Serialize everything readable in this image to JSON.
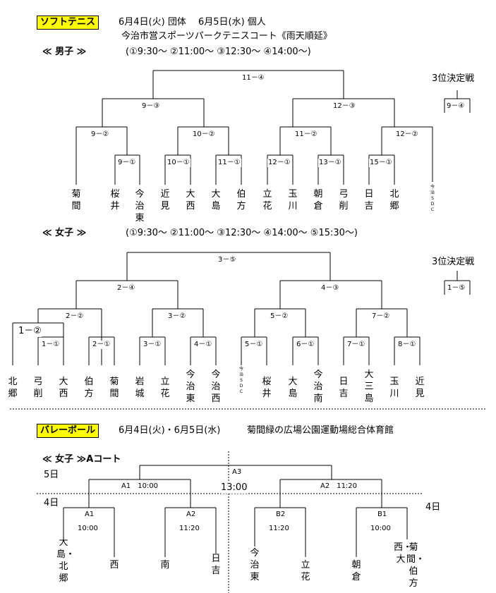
{
  "soft": {
    "tag": "ソフトテニス",
    "dates": "6月4日(火) 団体　 6月5日(水) 個人",
    "venue": "今治市営スポーツパークテニスコート《雨天順延》",
    "men": {
      "label": "≪ 男子 ≫",
      "times": "(①9:30～ ②11:00～ ③12:30～ ④14:00～)",
      "third_title": "3位決定戦",
      "third_match": "9－④",
      "matches": [
        "11－④",
        "9－③",
        "12－③",
        "9－②",
        "10－②",
        "11－②",
        "12－②",
        "9－①",
        "10－①",
        "11－①",
        "12－①",
        "13－①",
        "15－①"
      ],
      "teams": [
        "菊間",
        "桜井",
        "今治東",
        "近見",
        "大西",
        "大島",
        "伯方",
        "立花",
        "玉川",
        "朝倉",
        "弓削",
        "日吉",
        "北郷"
      ],
      "small_team": "今治SDC"
    },
    "women": {
      "label": "≪ 女子 ≫",
      "times": "(①9:30～ ②11:00～ ③12:30～ ④14:00～ ⑤15:30～)",
      "third_title": "3位決定戦",
      "third_match": "1－⑤",
      "matches": [
        "3－⑤",
        "2－④",
        "4－③",
        "2－②",
        "3－②",
        "5－②",
        "7－②",
        "1－②",
        "1－①",
        "2－①",
        "3－①",
        "4－①",
        "5－①",
        "6－①",
        "7－①",
        "8－①"
      ],
      "teams": [
        "北郷",
        "弓削",
        "大西",
        "伯方",
        "菊間",
        "岩城",
        "立花",
        "今治東",
        "今治西",
        "桜井",
        "大島",
        "今治南",
        "日吉",
        "大三島",
        "玉川",
        "近見"
      ],
      "small_team": "今治SDC"
    }
  },
  "volley": {
    "tag": "バレーボール",
    "dates": "6月4日(火)・6月5日(水)",
    "venue": "菊間緑の広場公園運動場総合体育館",
    "women_label": "≪ 女子 ≫Aコート",
    "day5": "5日",
    "day4_left": "4日",
    "day4_right": "4日",
    "final_code": "A3",
    "final_time": "13:00",
    "semi_left": "A1　10:00",
    "semi_right": "A2　11:20",
    "q_codes": [
      "A1",
      "A2",
      "B2",
      "B1"
    ],
    "q_times": [
      "10:00",
      "11:20",
      "11:20",
      "10:00"
    ],
    "teams": [
      "大島・北郷",
      "西",
      "南",
      "日吉",
      "今治東",
      "立花",
      "朝倉",
      "菊間・伯方",
      "西・大"
    ]
  }
}
